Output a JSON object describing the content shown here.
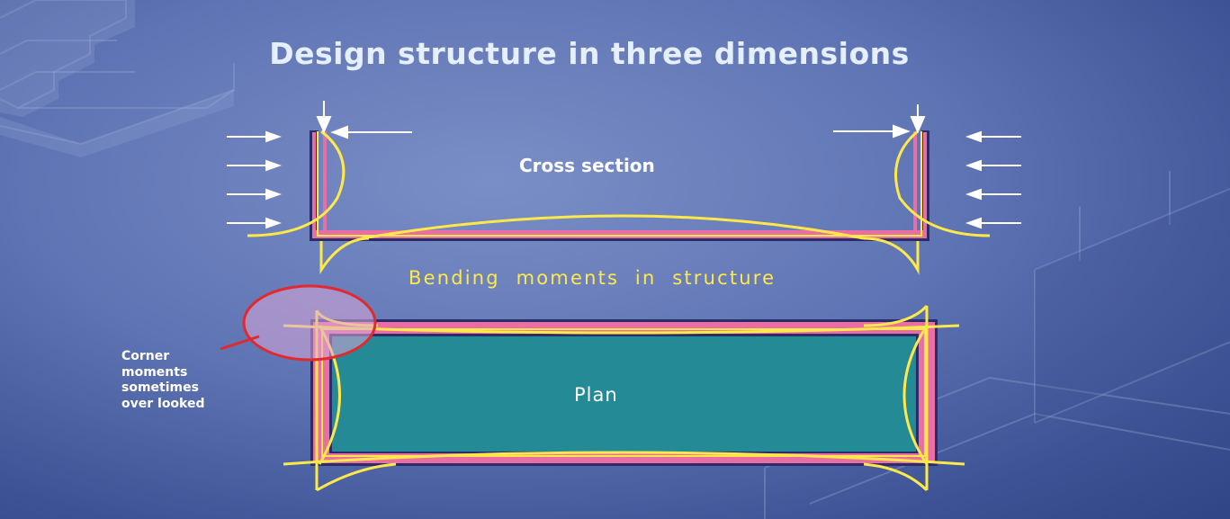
{
  "slide": {
    "title": "Design structure in three dimensions",
    "cross_section_label": "Cross section",
    "bending_label": "Bending  moments  in  structure",
    "plan_label": "Plan",
    "corner_note_lines": [
      "Corner",
      "moments",
      "sometimes",
      "over looked"
    ]
  },
  "colors": {
    "background": "#5f74b4",
    "wall_outline": "#2b2d6a",
    "wall_fill": "#e86ea4",
    "moment_curve": "#ffe94a",
    "plan_fill": "#248a96",
    "highlight_circle": "#e02a30",
    "arrow": "#ffffff"
  },
  "icons": {
    "load_arrows": "arrow-right-icon / arrow-left-icon",
    "background_art": "staircase-outline"
  }
}
